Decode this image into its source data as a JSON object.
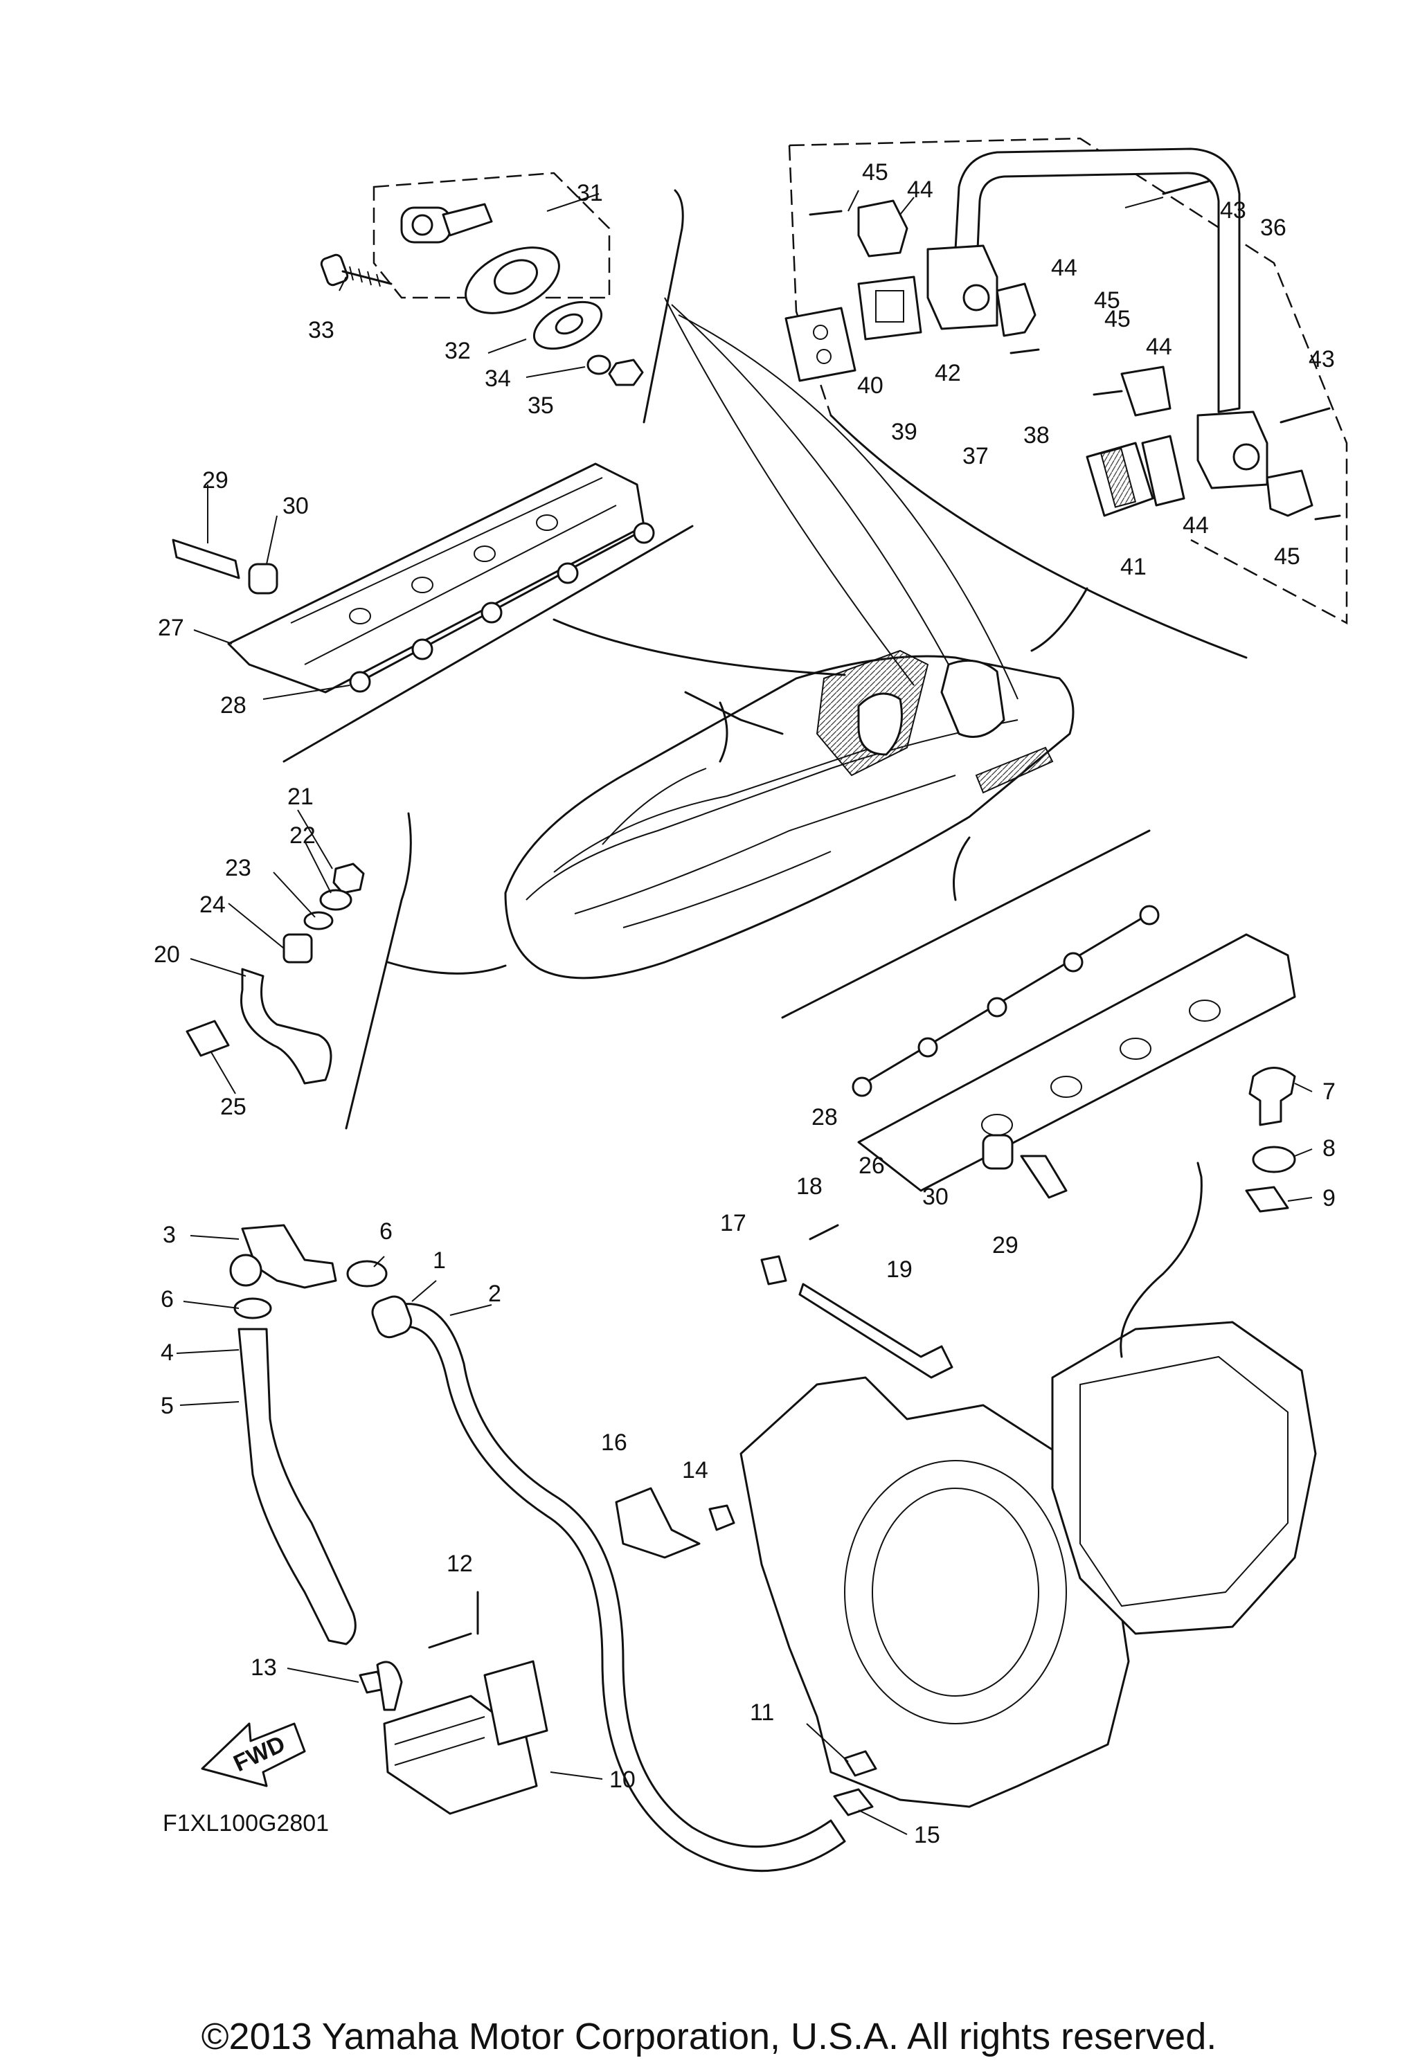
{
  "diagram": {
    "figure_code": "F1XL100G2801",
    "fwd_label": "FWD",
    "copyright": "©2013 Yamaha Motor Corporation, U.S.A. All rights reserved.",
    "callouts": [
      "1",
      "2",
      "3",
      "4",
      "5",
      "6",
      "6",
      "7",
      "8",
      "9",
      "10",
      "11",
      "12",
      "13",
      "14",
      "15",
      "16",
      "17",
      "18",
      "19",
      "20",
      "21",
      "22",
      "23",
      "24",
      "25",
      "26",
      "27",
      "28",
      "28",
      "29",
      "29",
      "30",
      "30",
      "31",
      "32",
      "33",
      "34",
      "35",
      "36",
      "37",
      "38",
      "39",
      "40",
      "41",
      "42",
      "43",
      "43",
      "44",
      "44",
      "44",
      "44",
      "45",
      "45",
      "45",
      "45"
    ]
  }
}
